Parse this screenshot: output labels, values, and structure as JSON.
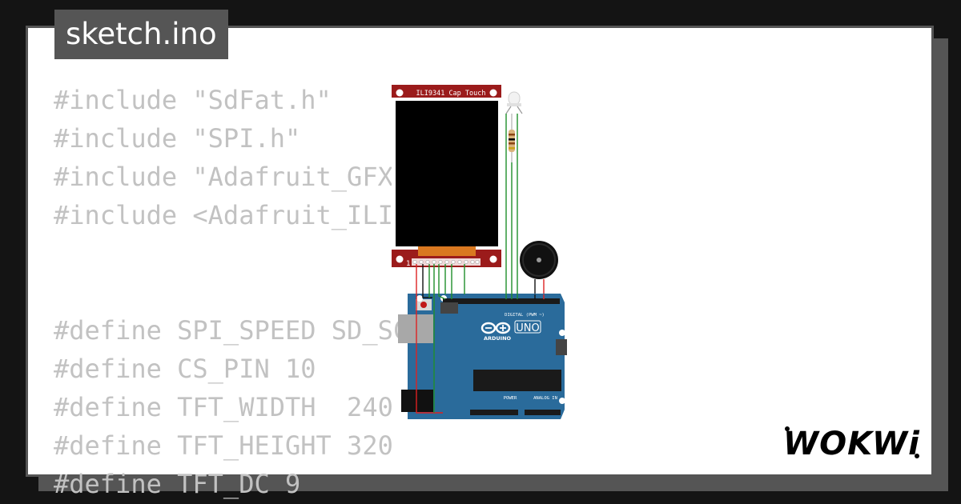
{
  "tab": {
    "filename": "sketch.ino"
  },
  "code_lines": [
    "#include \"SdFat.h\"",
    "#include \"SPI.h\"",
    "#include \"Adafruit_GFX",
    "#include <Adafruit_ILI",
    "",
    "",
    "#define SPI_SPEED SD_SC",
    "#define CS_PIN 10",
    "#define TFT_WIDTH  240",
    "#define TFT_HEIGHT 320",
    "#define TFT_DC 9"
  ],
  "display": {
    "label": "ILI9341 Cap Touch",
    "pin1": "1"
  },
  "arduino": {
    "brand": "ARDUINO",
    "model": "UNO",
    "digital_label": "DIGITAL (PWM ~)",
    "power_label": "POWER",
    "analog_label": "ANALOG IN"
  },
  "logo": {
    "text": "WOKWi"
  },
  "colors": {
    "background": "#141414",
    "card": "#ffffff",
    "frame": "#555555",
    "code_text": "#c2c2c2",
    "board": "#2a6b9b",
    "display_pcb": "#9b1b1b",
    "wire_green": "#1f8f2a",
    "wire_red": "#dd2222",
    "wire_black": "#111111"
  }
}
